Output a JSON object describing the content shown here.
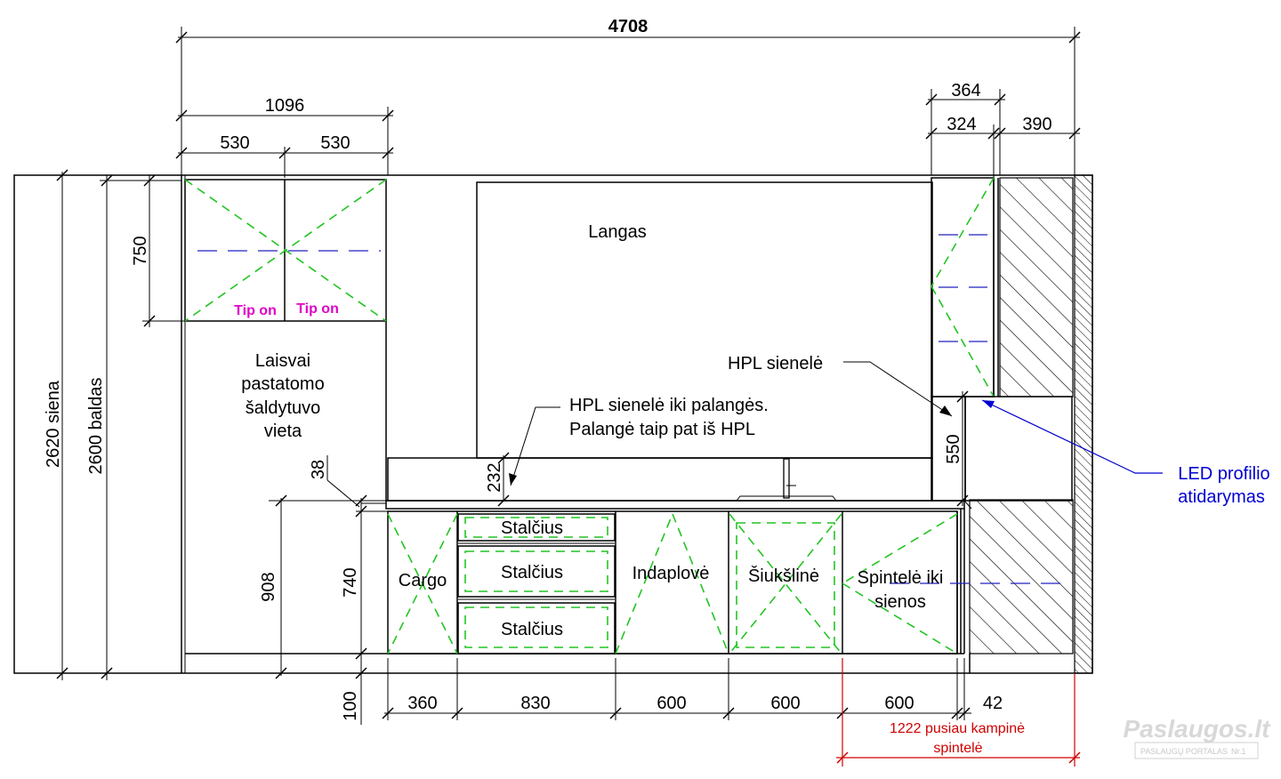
{
  "dimensions": {
    "total_width": "4708",
    "fridge_column": "1096",
    "upper_door_left": "530",
    "upper_door_right": "530",
    "right_cabinet_outer": "364",
    "right_cabinet_inner": "324",
    "right_wall_part": "390",
    "wall_height": "2620 siena",
    "furniture_height": "2600 baldas",
    "upper_height": "750",
    "backsplash": "232",
    "countertop": "38",
    "right_gap_height": "550",
    "base_total": "908",
    "base_body": "740",
    "plinth": "100",
    "base_cargo": "360",
    "base_drawers": "830",
    "base_dishwasher": "600",
    "base_trash": "600",
    "base_last": "600",
    "corner_gap": "42",
    "corner_note_line1": "1222 pusiau kampinė",
    "corner_note_line2": "spintelė"
  },
  "labels": {
    "window": "Langas",
    "tip_on_left": "Tip on",
    "tip_on_right": "Tip on",
    "fridge_line1": "Laisvai",
    "fridge_line2": "pastatomo",
    "fridge_line3": "šaldytuvo",
    "fridge_line4": "vieta",
    "hpl_wall": "HPL sienelė",
    "hpl_sill_line1": "HPL sienelė iki palangės.",
    "hpl_sill_line2": "Palangė taip pat iš HPL",
    "led_line1": "LED profilio",
    "led_line2": "atidarymas",
    "cargo": "Cargo",
    "drawer1": "Stalčius",
    "drawer2": "Stalčius",
    "drawer3": "Stalčius",
    "dishwasher": "Indaplovė",
    "trash": "Šiukšlinė",
    "cabinet_line1": "Spintelė iki",
    "cabinet_line2": "sienos"
  },
  "watermark": {
    "brand": "Paslaugos.lt",
    "tagline": "PASLAUGŲ PORTALAS",
    "badge": "Nr.1"
  },
  "colors": {
    "door_opening": "#22c422",
    "shelf": "#2020c0",
    "tip_on": "#e000c8",
    "led_note": "#0000d0",
    "corner_note": "#d00000"
  }
}
